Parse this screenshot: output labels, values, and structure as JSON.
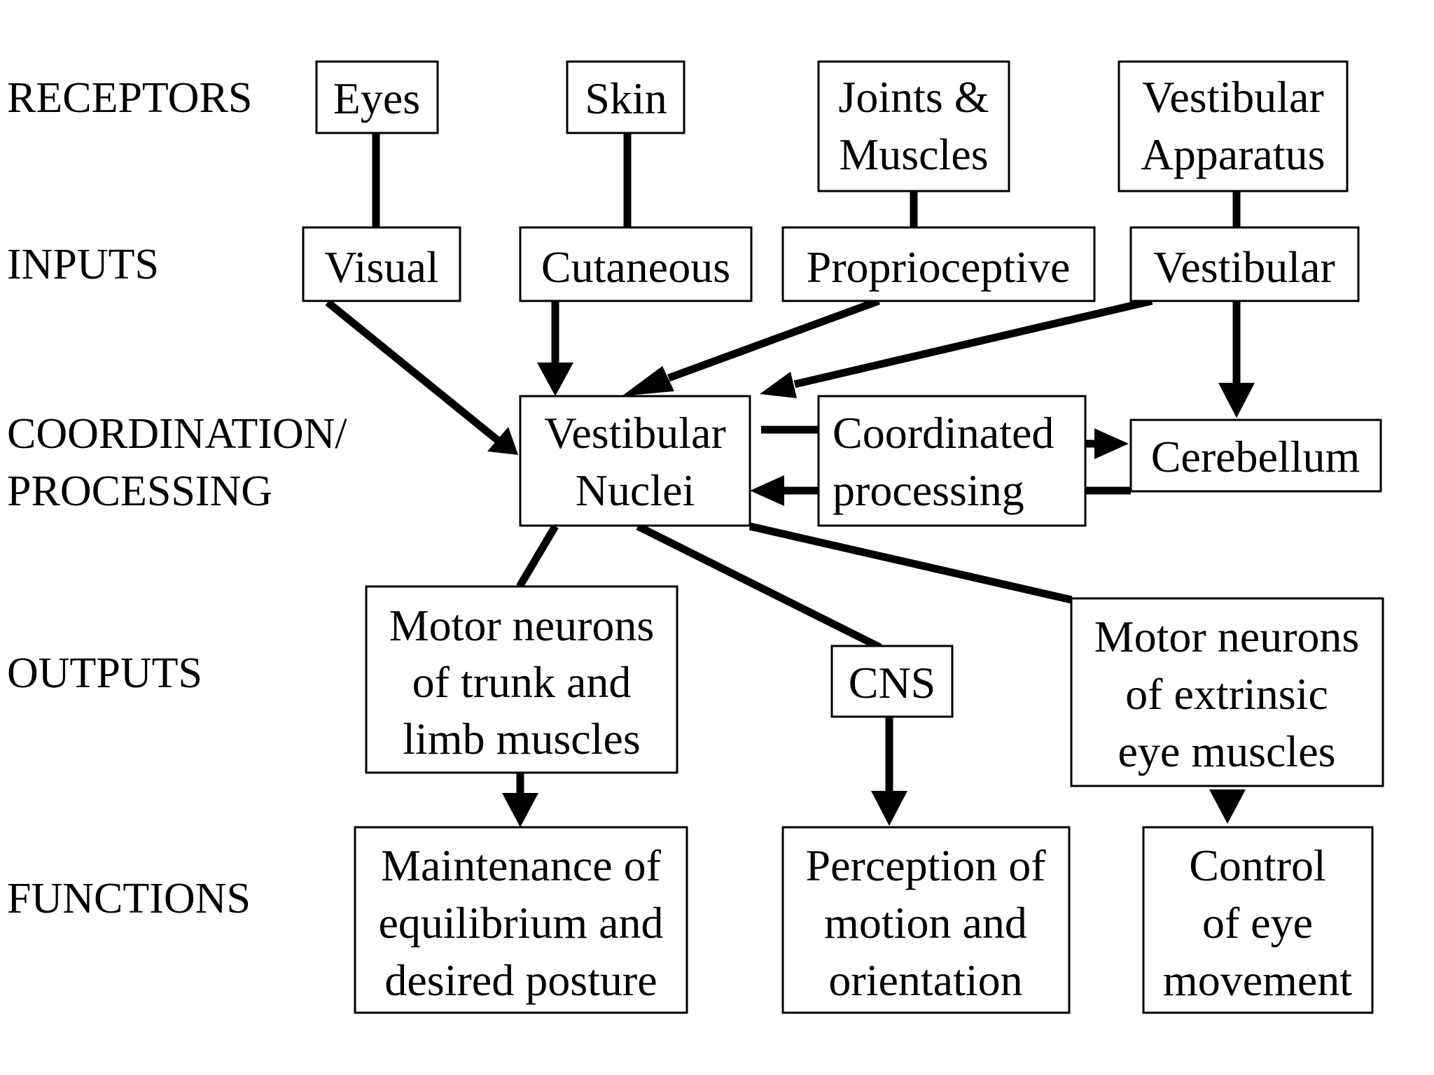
{
  "rows": {
    "receptors": "RECEPTORS",
    "inputs": "INPUTS",
    "coordination_1": "COORDINATION/",
    "coordination_2": "PROCESSING",
    "outputs": "OUTPUTS",
    "functions": "FUNCTIONS"
  },
  "receptors": {
    "eyes": "Eyes",
    "skin": "Skin",
    "joints_1": "Joints &",
    "joints_2": "Muscles",
    "vestibular_app_1": "Vestibular",
    "vestibular_app_2": "Apparatus"
  },
  "inputs": {
    "visual": "Visual",
    "cutaneous": "Cutaneous",
    "proprioceptive": "Proprioceptive",
    "vestibular": "Vestibular"
  },
  "processing": {
    "nuclei_1": "Vestibular",
    "nuclei_2": "Nuclei",
    "coordinated_1": "Coordinated",
    "coordinated_2": "processing",
    "cerebellum": "Cerebellum"
  },
  "outputs": {
    "trunk_1": "Motor neurons",
    "trunk_2": "of trunk and",
    "trunk_3": "limb muscles",
    "cns": "CNS",
    "eye_1": "Motor neurons",
    "eye_2": "of extrinsic",
    "eye_3": "eye muscles"
  },
  "functions": {
    "equilibrium_1": "Maintenance of",
    "equilibrium_2": "equilibrium and",
    "equilibrium_3": "desired posture",
    "perception_1": "Perception of",
    "perception_2": "motion and",
    "perception_3": "orientation",
    "control_1": "Control",
    "control_2": "of eye",
    "control_3": "movement"
  }
}
